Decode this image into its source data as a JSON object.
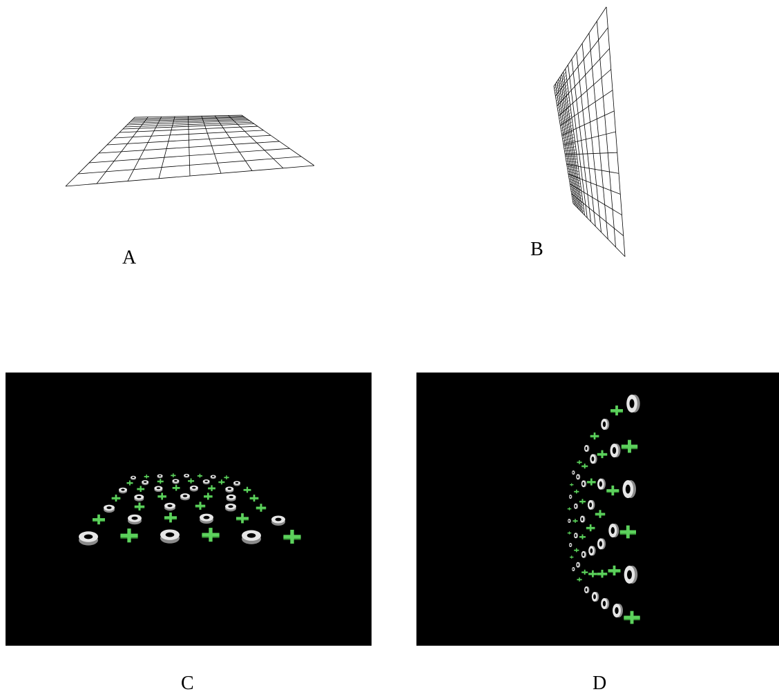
{
  "panels": [
    {
      "id": "A",
      "label": "A",
      "kind": "wireframe-grid"
    },
    {
      "id": "B",
      "label": "B",
      "kind": "wireframe-grid"
    },
    {
      "id": "C",
      "label": "C",
      "kind": "3d-rendered-objects"
    },
    {
      "id": "D",
      "label": "D",
      "kind": "3d-rendered-objects"
    }
  ],
  "colors": {
    "grid_line": "#000000",
    "render_bg": "#000000",
    "cross_color": "#5cd15c",
    "ring_color": "#e6e6e6"
  }
}
